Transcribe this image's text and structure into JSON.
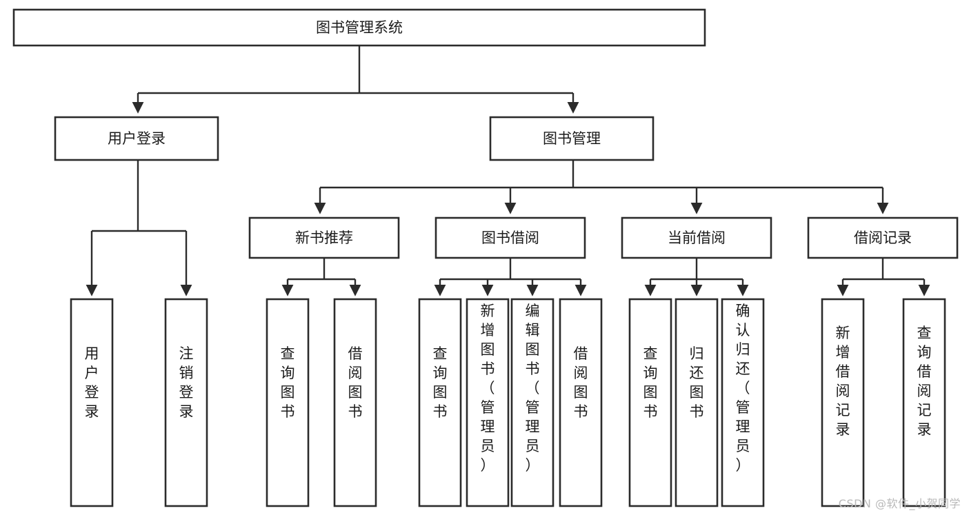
{
  "diagram": {
    "title": "图书管理系统",
    "type": "tree-hierarchy",
    "colors": {
      "stroke": "#2b2b2b",
      "fill": "#ffffff",
      "text": "#1b1b1b",
      "watermark": "#b9b9b9"
    },
    "root": {
      "label": "图书管理系统"
    },
    "level2": [
      {
        "label": "用户登录"
      },
      {
        "label": "图书管理"
      }
    ],
    "level3": [
      {
        "label": "新书推荐"
      },
      {
        "label": "图书借阅"
      },
      {
        "label": "当前借阅"
      },
      {
        "label": "借阅记录"
      }
    ],
    "leaves": {
      "user_login": [
        {
          "label": "用户登录"
        },
        {
          "label": "注销登录"
        }
      ],
      "new_book": [
        {
          "label": "查询图书"
        },
        {
          "label": "借阅图书"
        }
      ],
      "book_borrow": [
        {
          "label": "查询图书"
        },
        {
          "label": "新增图书（管理员）"
        },
        {
          "label": "编辑图书（管理员）"
        },
        {
          "label": "借阅图书"
        }
      ],
      "current_borrow": [
        {
          "label": "查询图书"
        },
        {
          "label": "归还图书"
        },
        {
          "label": "确认归还（管理员）"
        }
      ],
      "borrow_record": [
        {
          "label": "新增借阅记录"
        },
        {
          "label": "查询借阅记录"
        }
      ]
    }
  },
  "watermark": {
    "text": "CSDN @软件_小贺同学"
  }
}
